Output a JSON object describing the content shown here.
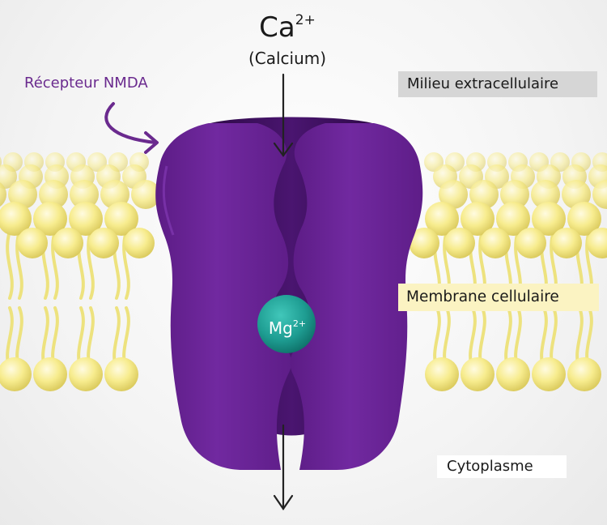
{
  "ion": {
    "symbol": "Ca",
    "charge": "2+",
    "name": "(Calcium)"
  },
  "receptor": {
    "label": "Récepteur NMDA"
  },
  "regions": {
    "extracellular": "Milieu extracellulaire",
    "membrane": "Membrane cellulaire",
    "cytoplasm": "Cytoplasme"
  },
  "blocker": {
    "symbol": "Mg",
    "charge": "2+"
  },
  "colors": {
    "receptor": "#6c2593",
    "receptor_dark": "#3e0f5c",
    "receptor_label": "#6a2a8e",
    "magnesium": "#1e9d92",
    "lipid_head": "#f7ec8e",
    "lipid_tail": "#ede27e"
  },
  "icons": {
    "arrow_in": "arrow-down-icon",
    "arrow_out": "arrow-down-icon",
    "pointer": "curved-arrow-icon"
  }
}
